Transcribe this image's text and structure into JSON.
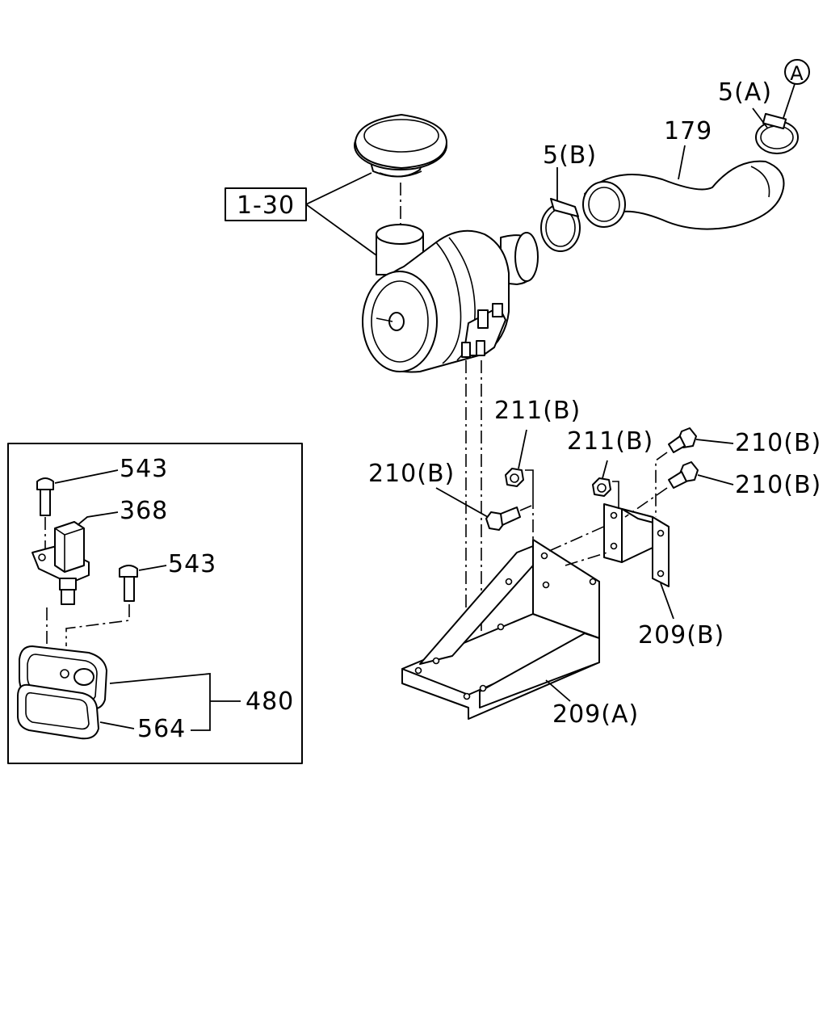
{
  "labels": {
    "ref_1_30": "1-30",
    "part_179": "179",
    "part_5A": "5(A)",
    "part_5B": "5(B)",
    "view_A": "A",
    "part_211B_left": "211(B)",
    "part_211B_right": "211(B)",
    "part_210B_left": "210(B)",
    "part_210B_right_top": "210(B)",
    "part_210B_right_bottom": "210(B)",
    "part_209B": "209(B)",
    "part_209A": "209(A)",
    "inset": {
      "part_543_top": "543",
      "part_368": "368",
      "part_543_mid": "543",
      "part_480": "480",
      "part_564": "564"
    }
  },
  "colors": {
    "line": "#000000",
    "background": "#ffffff"
  }
}
